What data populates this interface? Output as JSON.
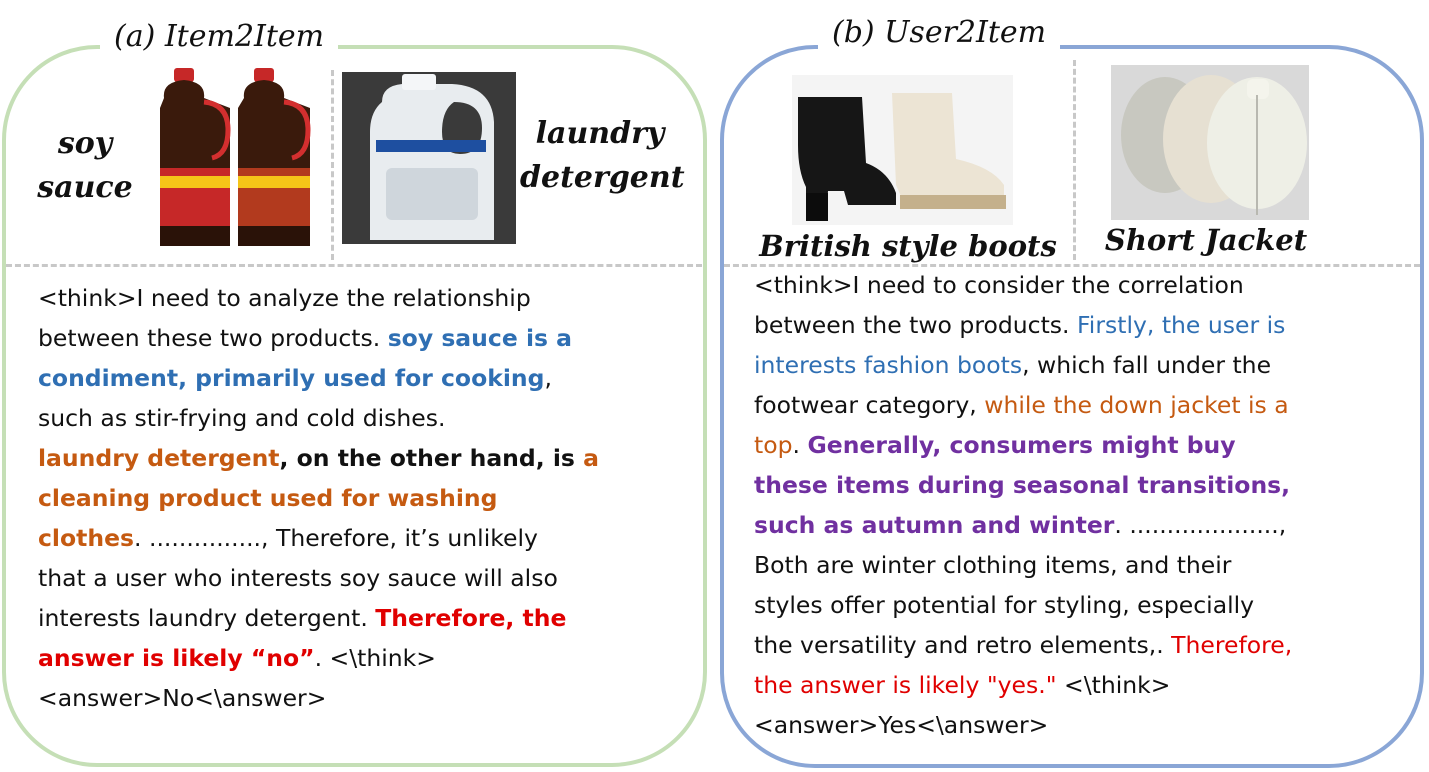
{
  "panel_a": {
    "title": "(a) Item2Item",
    "left_item": "soy\nsauce",
    "left_item_line1": "soy",
    "left_item_line2": "sauce",
    "right_item_line1": "laundry",
    "right_item_line2": "detergent",
    "lines": [
      [
        {
          "t": "<think>I need to analyze the relationship",
          "c": ""
        }
      ],
      [
        {
          "t": "between these two products. ",
          "c": ""
        },
        {
          "t": "soy sauce is a",
          "c": "bluebold"
        }
      ],
      [
        {
          "t": "condiment, primarily used for cooking",
          "c": "bluebold"
        },
        {
          "t": ",",
          "c": ""
        }
      ],
      [
        {
          "t": "such as stir-frying and cold dishes.",
          "c": ""
        }
      ],
      [
        {
          "t": "laundry detergent",
          "c": "orangebold"
        },
        {
          "t": ", on the other hand, is ",
          "c": "bold"
        },
        {
          "t": "a",
          "c": "orangebold"
        }
      ],
      [
        {
          "t": "cleaning product used for washing",
          "c": "orangebold"
        }
      ],
      [
        {
          "t": "clothes",
          "c": "orangebold"
        },
        {
          "t": ". ..............., Therefore, it’s unlikely",
          "c": ""
        }
      ],
      [
        {
          "t": "that a user who interests soy sauce will also",
          "c": ""
        }
      ],
      [
        {
          "t": "interests laundry detergent. ",
          "c": ""
        },
        {
          "t": "Therefore, the",
          "c": "redbold"
        }
      ],
      [
        {
          "t": "answer is likely “no”",
          "c": "redbold"
        },
        {
          "t": ". <\\think>",
          "c": ""
        }
      ],
      [
        {
          "t": "<answer>No<\\answer>",
          "c": ""
        }
      ]
    ]
  },
  "panel_b": {
    "title": "(b) User2Item",
    "left_item": "British style boots",
    "right_item": "Short Jacket",
    "lines": [
      [
        {
          "t": "<think>I need to consider the correlation",
          "c": ""
        }
      ],
      [
        {
          "t": "between the two products. ",
          "c": ""
        },
        {
          "t": "Firstly, the user is",
          "c": "blue"
        }
      ],
      [
        {
          "t": "interests fashion boots",
          "c": "blue"
        },
        {
          "t": ", which fall under the",
          "c": ""
        }
      ],
      [
        {
          "t": "footwear category, ",
          "c": ""
        },
        {
          "t": "while the down jacket is a",
          "c": "orange"
        }
      ],
      [
        {
          "t": "top",
          "c": "orange"
        },
        {
          "t": ". ",
          "c": ""
        },
        {
          "t": "Generally, consumers might buy",
          "c": "purplebold"
        }
      ],
      [
        {
          "t": "these items during seasonal transitions,",
          "c": "purplebold"
        }
      ],
      [
        {
          "t": "such as autumn and winter",
          "c": "purplebold"
        },
        {
          "t": ". ....................,",
          "c": ""
        }
      ],
      [
        {
          "t": "Both are winter clothing items, and their",
          "c": ""
        }
      ],
      [
        {
          "t": "styles offer potential for styling, especially",
          "c": ""
        }
      ],
      [
        {
          "t": "the versatility and retro elements,. ",
          "c": ""
        },
        {
          "t": "Therefore,",
          "c": "red"
        }
      ],
      [
        {
          "t": "the answer is likely \"yes.\"",
          "c": "red"
        },
        {
          "t": " <\\think>",
          "c": ""
        }
      ],
      [
        {
          "t": "<answer>Yes<\\answer>",
          "c": ""
        }
      ]
    ]
  },
  "colors": {
    "panel_a_border": "#c5dfb6",
    "panel_b_border": "#8aa6d6",
    "blue": "#2f6fb3",
    "orange": "#c55a11",
    "purple": "#7030a0",
    "red": "#e00000"
  }
}
